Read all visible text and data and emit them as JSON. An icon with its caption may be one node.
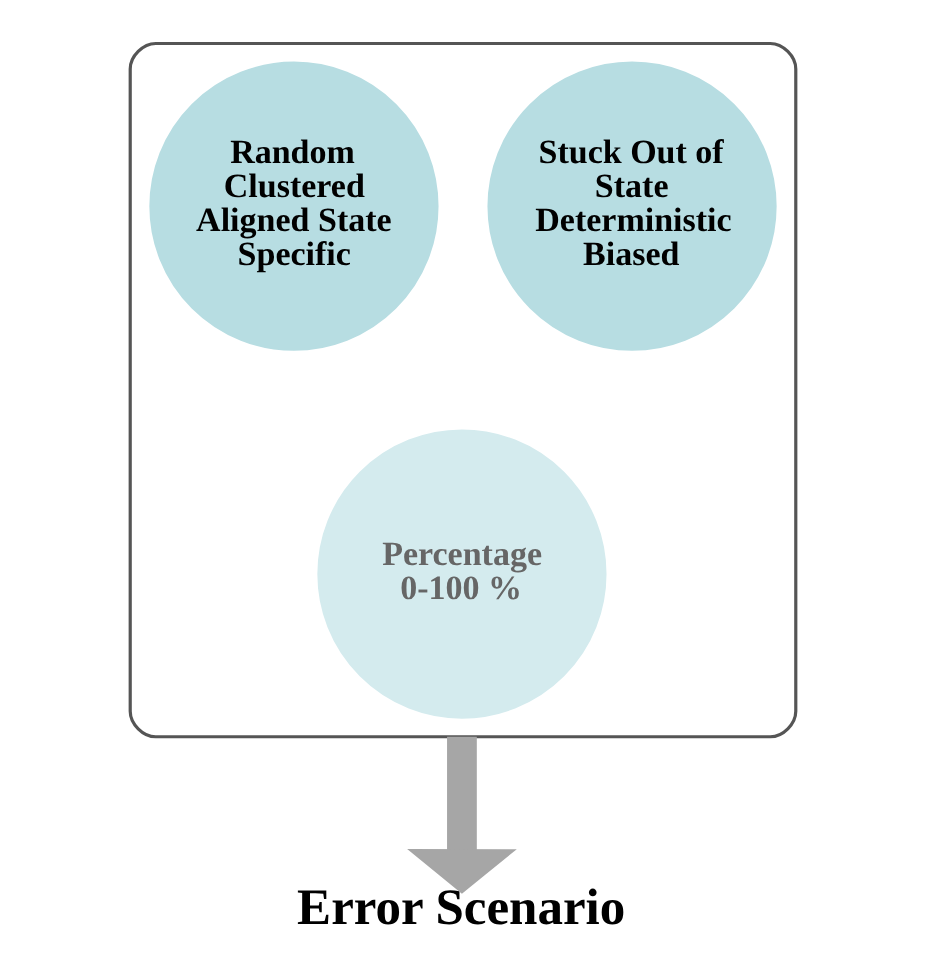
{
  "diagram": {
    "nodes": [
      {
        "text": [],
        "shape": "funnel"
      },
      {
        "text": [
          "Random Clustered Aligned State Specific"
        ],
        "in": 0
      },
      {
        "text": [
          "Stuck Out of State Deterministic Biased"
        ],
        "in": 0
      },
      {
        "text": [
          "Percentage 0-100 %"
        ],
        "in": 0
      },
      {
        "text": [
          "Error Scenario"
        ]
      }
    ],
    "edges": [
      {
        "from": 0,
        "to": 4,
        "arrow": "to"
      }
    ]
  }
}
